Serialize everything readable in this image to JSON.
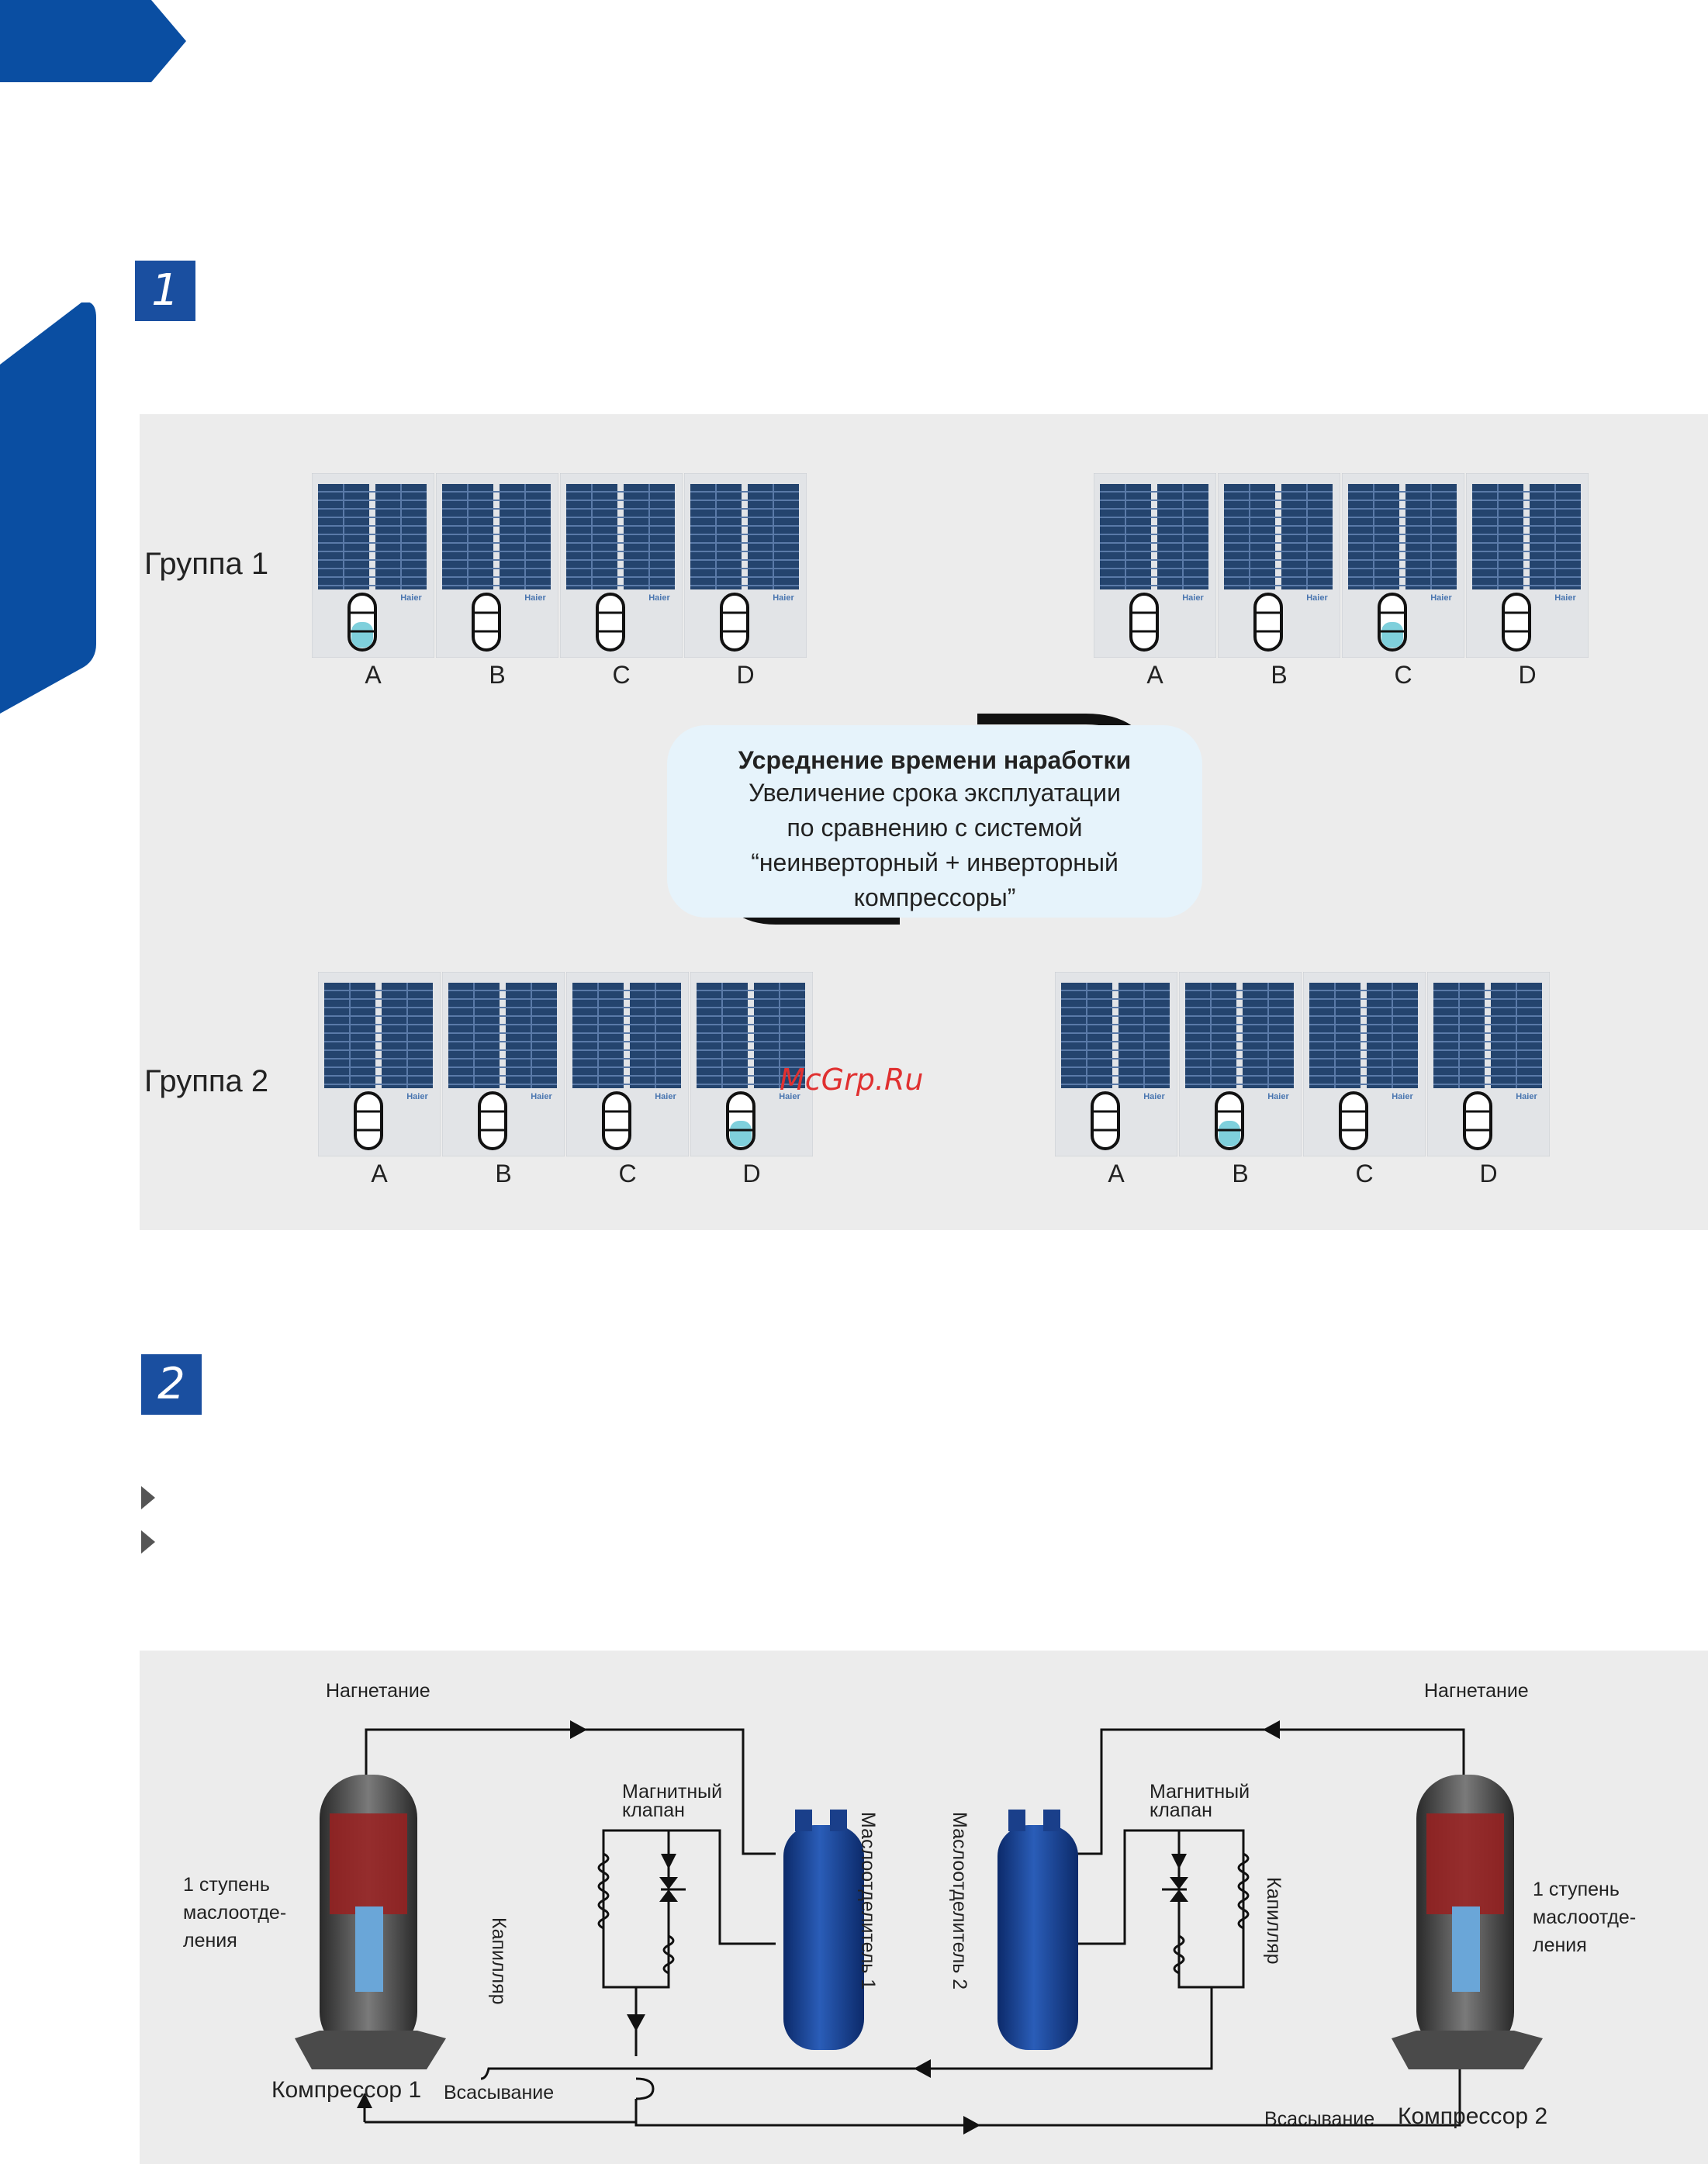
{
  "section1": {
    "number": "1",
    "groups": [
      {
        "label": "Группа 1",
        "states": [
          [
            "A",
            "B",
            "C",
            "D"
          ],
          [
            "A",
            "B",
            "C",
            "D"
          ]
        ],
        "active": [
          "A",
          "C"
        ]
      },
      {
        "label": "Группа 2",
        "states": [
          [
            "A",
            "B",
            "C",
            "D"
          ],
          [
            "A",
            "B",
            "C",
            "D"
          ]
        ],
        "active": [
          "D",
          "B"
        ]
      }
    ],
    "bubble": {
      "title": "Усреднение времени наработки",
      "line1": "Увеличение срока эксплуатации",
      "line2": "по сравнению с системой",
      "line3": "“неинверторный + инверторный",
      "line4": "компрессоры”"
    },
    "brand": "Haier"
  },
  "section2": {
    "number": "2",
    "diagram": {
      "discharge": "Нагнетание",
      "solenoid_line1": "Магнитный",
      "solenoid_line2": "клапан",
      "capillary": "Капилляр",
      "separator1": "Маслоотделитель 1",
      "separator2": "Маслоотделитель 2",
      "stage_line1": "1 ступень",
      "stage_line2": "маслоотде-",
      "stage_line3": "ления",
      "compressor1": "Компрессор 1",
      "compressor2": "Компрессор 2",
      "suction": "Всасывание"
    }
  },
  "watermark": "McGrp.Ru",
  "colors": {
    "brand_blue": "#1a4fa0",
    "panel": "#ececec",
    "bubble": "#e6f3fb",
    "indicator_on": "#7fd0dc"
  }
}
